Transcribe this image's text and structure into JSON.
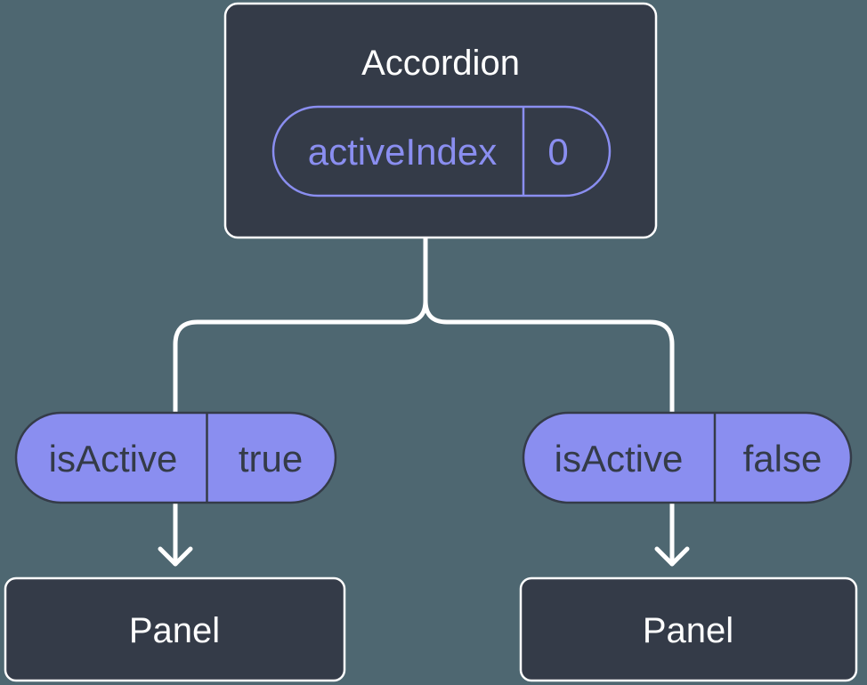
{
  "colors": {
    "background": "#4e6771",
    "node": "#343b48",
    "line": "#ffffff",
    "accent": "#8a8ef0",
    "text-light": "#ffffff"
  },
  "tree": {
    "root": {
      "label": "Accordion",
      "prop_name": "activeIndex",
      "prop_value": "0"
    },
    "left_branch": {
      "prop_name": "isActive",
      "prop_value": "true",
      "child_label": "Panel"
    },
    "right_branch": {
      "prop_name": "isActive",
      "prop_value": "false",
      "child_label": "Panel"
    }
  }
}
